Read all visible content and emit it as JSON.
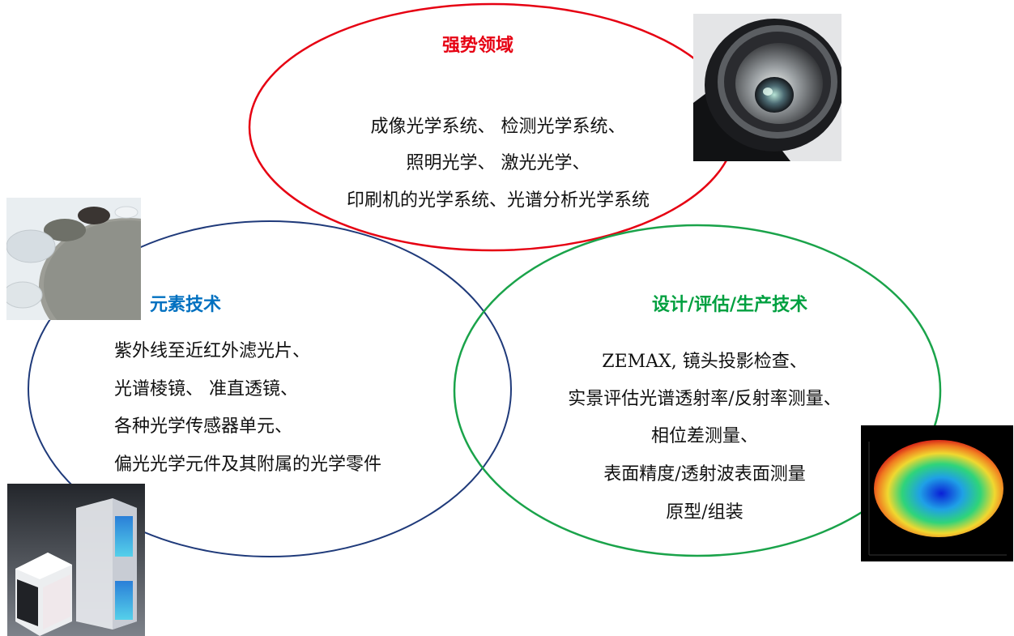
{
  "colors": {
    "strength": "#e60012",
    "elements": "#1f3a7a",
    "design": "#1aa34a",
    "elements_title": "#0070c0",
    "design_title": "#00a040"
  },
  "strength": {
    "title": "强势领域",
    "lines": [
      "成像光学系统、 检测光学系统、",
      "照明光学、 激光光学、",
      "印刷机的光学系统、光谱分析光学系统"
    ]
  },
  "elements": {
    "title": "元素技术",
    "lines": [
      "紫外线至近红外滤光片、",
      "光谱棱镜、 准直透镜、",
      "各种光学传感器单元、",
      "偏光光学元件及其附属的光学零件"
    ]
  },
  "design": {
    "title": "设计/评估/生产技术",
    "lines": [
      "ZEMAX, 镜头投影检查、",
      "实景评估光谱透射率/反射率测量、",
      "相位差测量、",
      "表面精度/透射波表面测量",
      "原型/组装"
    ]
  },
  "images": {
    "lens": "camera-lens-photo",
    "filters": "optical-filters-photo",
    "prisms": "prisms-photo",
    "surface": "surface-map-photo"
  }
}
